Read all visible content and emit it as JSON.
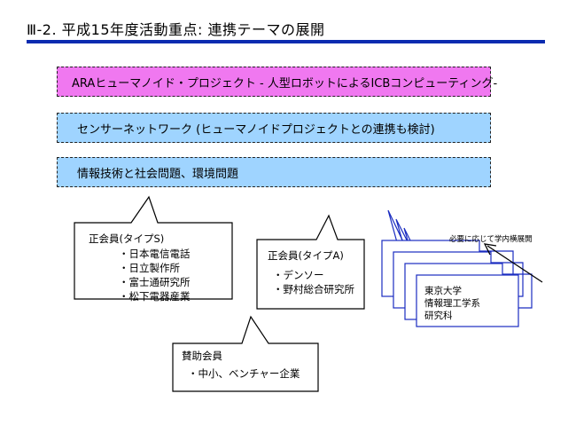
{
  "slide": {
    "title": "Ⅲ-2. 平成15年度活動重点:  連携テーマの展開"
  },
  "themes": [
    {
      "label": "ARAヒューマノイド・プロジェクト   - 人型ロボットによるICBコンピューティング-"
    },
    {
      "label": "センサーネットワーク  (ヒューマノイドプロジェクトとの連携も検討)"
    },
    {
      "label": "情報技術と社会問題、環境問題"
    }
  ],
  "members_s": {
    "heading": "正会員(タイプS)",
    "items": [
      "・日本電信電話",
      "・日立製作所",
      "・富士通研究所",
      "・松下電器産業"
    ]
  },
  "members_a": {
    "heading": "正会員(タイプA)",
    "items": [
      "・デンソー",
      "・野村総合研究所"
    ]
  },
  "supporting": {
    "heading": "賛助会員",
    "items": [
      "・中小、ベンチャー企業"
    ]
  },
  "university": {
    "arrow_label": "必要に応じて学内横展開",
    "lines": [
      "東京大学",
      "情報理工学系",
      "研究科"
    ]
  },
  "colors": {
    "title_rule": "#0a2bb0",
    "theme_pink": "#f078f0",
    "theme_blue": "#9fd4ff"
  }
}
